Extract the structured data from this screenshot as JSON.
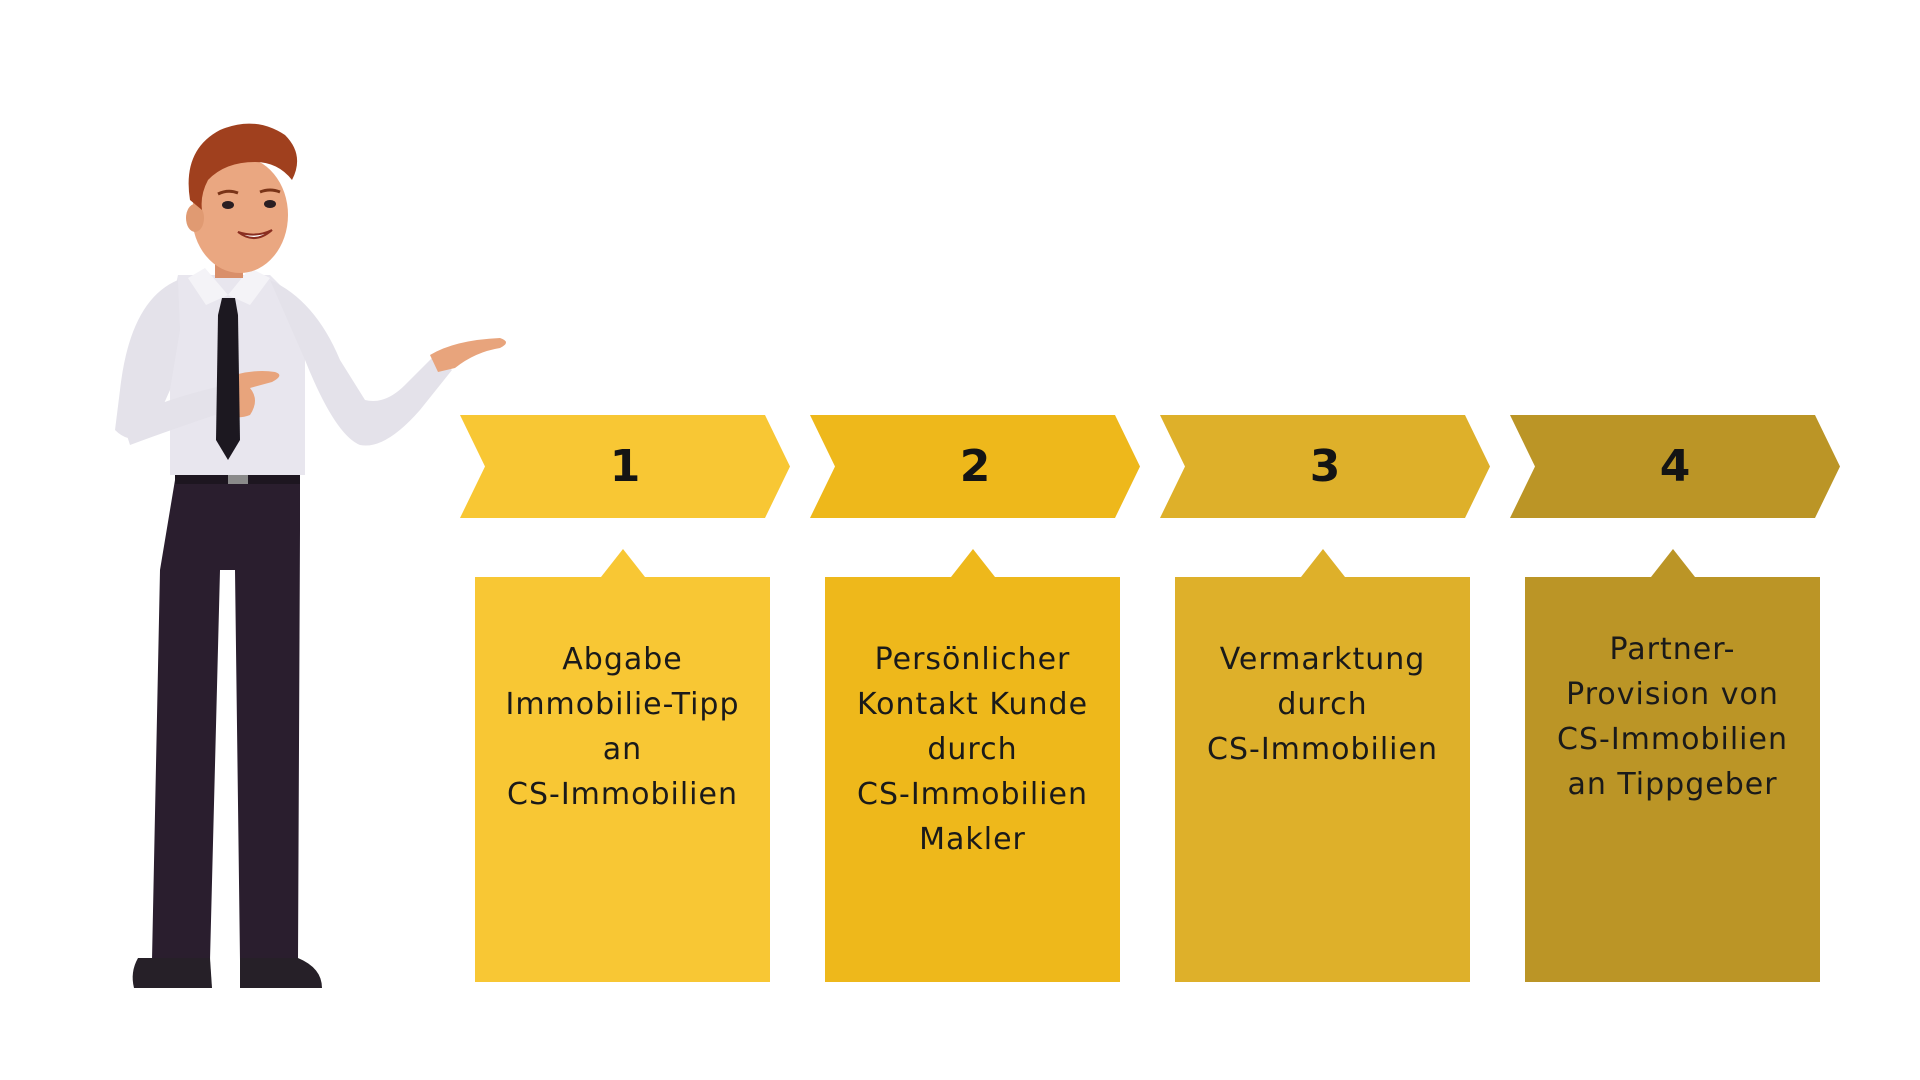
{
  "colors": {
    "step1": "#F8C734",
    "step2": "#EEB81B",
    "step3": "#DEB02A",
    "step4": "#BB9526",
    "text": "#1A1A1A",
    "number": "#141414"
  },
  "illustration": {
    "icon": "businessman-presenting-icon"
  },
  "steps": [
    {
      "number": "1",
      "text": "Abgabe\nImmobilie-Tipp\nan\nCS-Immobilien"
    },
    {
      "number": "2",
      "text": "Persönlicher\nKontakt Kunde\ndurch\nCS-Immobilien\nMakler"
    },
    {
      "number": "3",
      "text": "Vermarktung\ndurch\nCS-Immobilien"
    },
    {
      "number": "4",
      "text": "Partner-\nProvision von\nCS-Immobilien\nan Tippgeber"
    }
  ]
}
